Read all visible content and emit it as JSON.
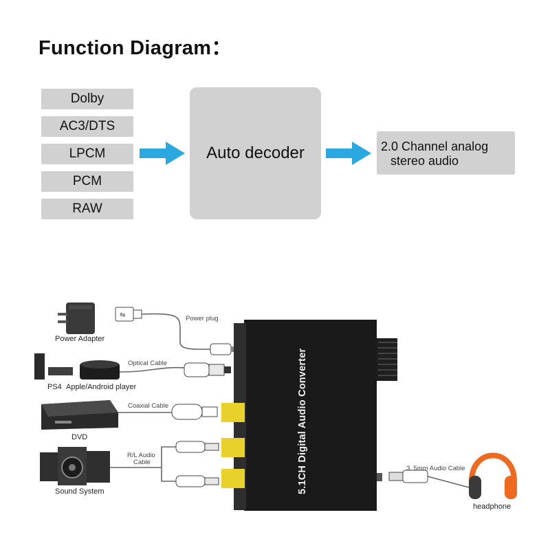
{
  "title": "Function Diagram：",
  "input_formats": [
    "Dolby",
    "AC3/DTS",
    "LPCM",
    "PCM",
    "RAW"
  ],
  "decoder_label": "Auto decoder",
  "output": {
    "line1": "2.0 Channel  analog",
    "line2": "stereo  audio"
  },
  "accent_color": "#2aa8e0",
  "device": {
    "name": "5.1CH Digital Audio Converter"
  },
  "sources": {
    "power": "Power Adapter",
    "ps4": "PS4",
    "player": "Apple/Android player",
    "dvd": "DVD",
    "sound": "Sound System"
  },
  "cables": {
    "power": "Power plug",
    "optical": "Optical Cable",
    "coaxial": "Coaxial Cable",
    "rl_line1": "R/L Audio",
    "rl_line2": "Cable",
    "aux": "3. 5mm Audio Cable"
  },
  "headphone": "headphone"
}
